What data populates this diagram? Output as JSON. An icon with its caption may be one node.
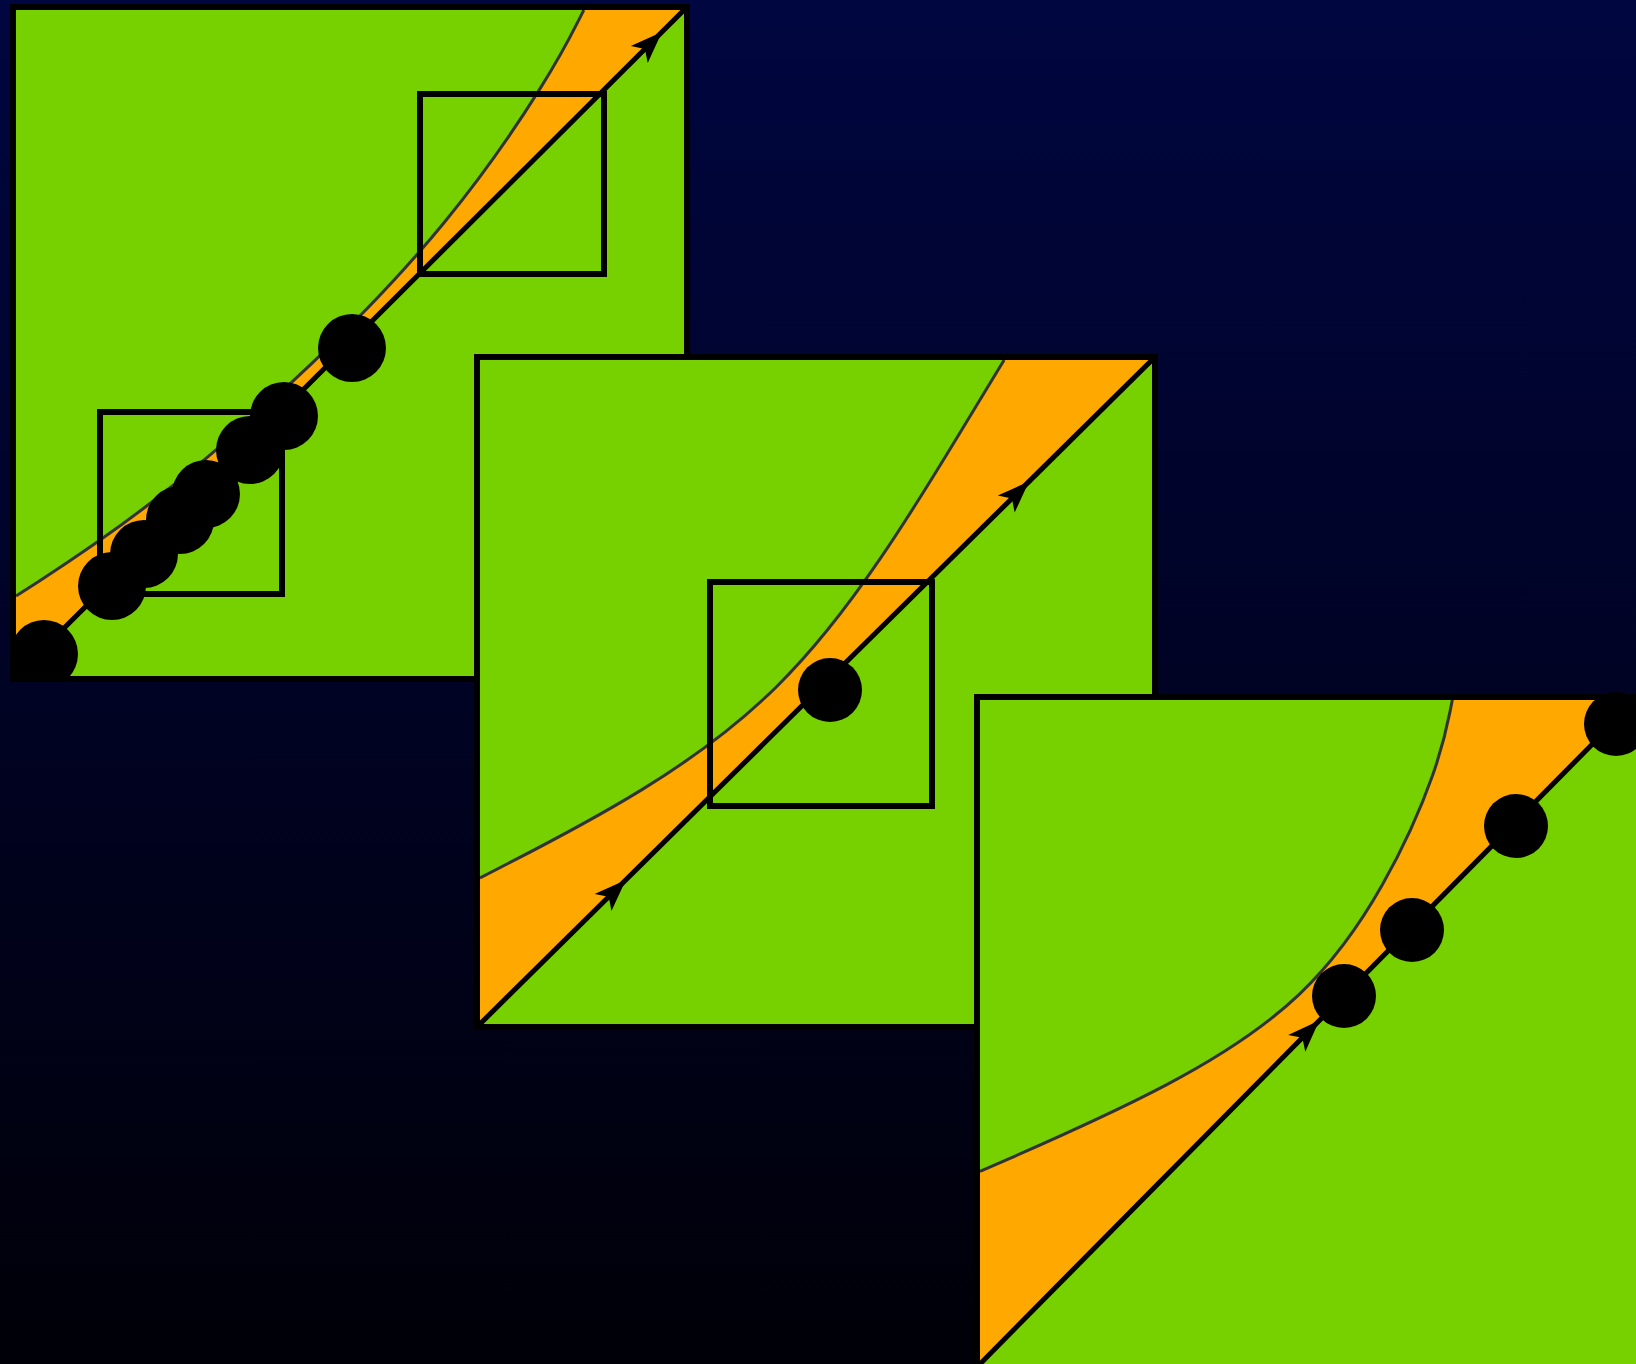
{
  "diagram": {
    "nodes": [
      {
        "text": [],
        "shape": "box"
      },
      {
        "text": [],
        "shape": "box",
        "in": 0
      },
      {
        "text": [],
        "shape": "box",
        "in": 0
      },
      {
        "text": [],
        "shape": "box"
      },
      {
        "text": [],
        "shape": "box",
        "in": 3
      },
      {
        "text": [],
        "shape": "box"
      }
    ]
  }
}
